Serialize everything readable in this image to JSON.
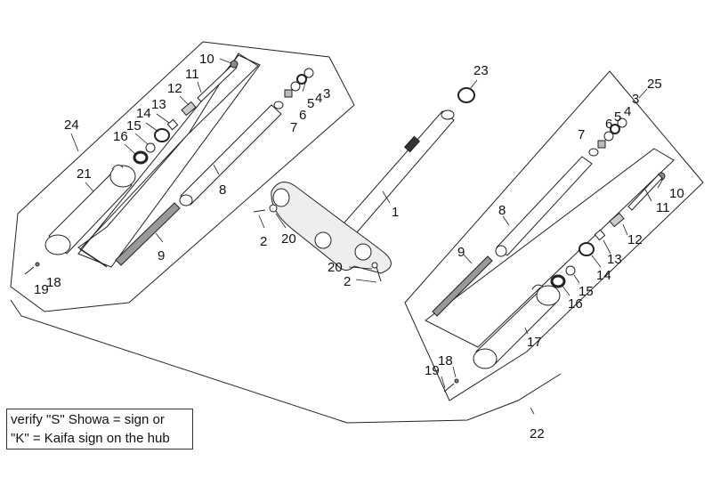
{
  "diagram": {
    "title": "Front fork exploded view",
    "note": {
      "line1": "verify \"S\" Showa = sign or",
      "line2": "\"K\" = Kaifa sign on the hub"
    },
    "labels": {
      "l1": "1",
      "l2a": "2",
      "l2b": "2",
      "l3a": "3",
      "l4a": "4",
      "l5a": "5",
      "l6a": "6",
      "l7a": "7",
      "l8a": "8",
      "l9a": "9",
      "l10a": "10",
      "l11a": "11",
      "l12a": "12",
      "l13a": "13",
      "l14a": "14",
      "l15a": "15",
      "l16a": "16",
      "l18a": "18",
      "l19a": "19",
      "l20a": "20",
      "l20b": "20",
      "l21": "21",
      "l3b": "3",
      "l4b": "4",
      "l5b": "5",
      "l6b": "6",
      "l7b": "7",
      "l8b": "8",
      "l9b": "9",
      "l10b": "10",
      "l11b": "11",
      "l12b": "12",
      "l13b": "13",
      "l14b": "14",
      "l15b": "15",
      "l16b": "16",
      "l17": "17",
      "l18b": "18",
      "l19b": "19",
      "l22": "22",
      "l23": "23",
      "l24": "24",
      "l25": "25"
    }
  }
}
